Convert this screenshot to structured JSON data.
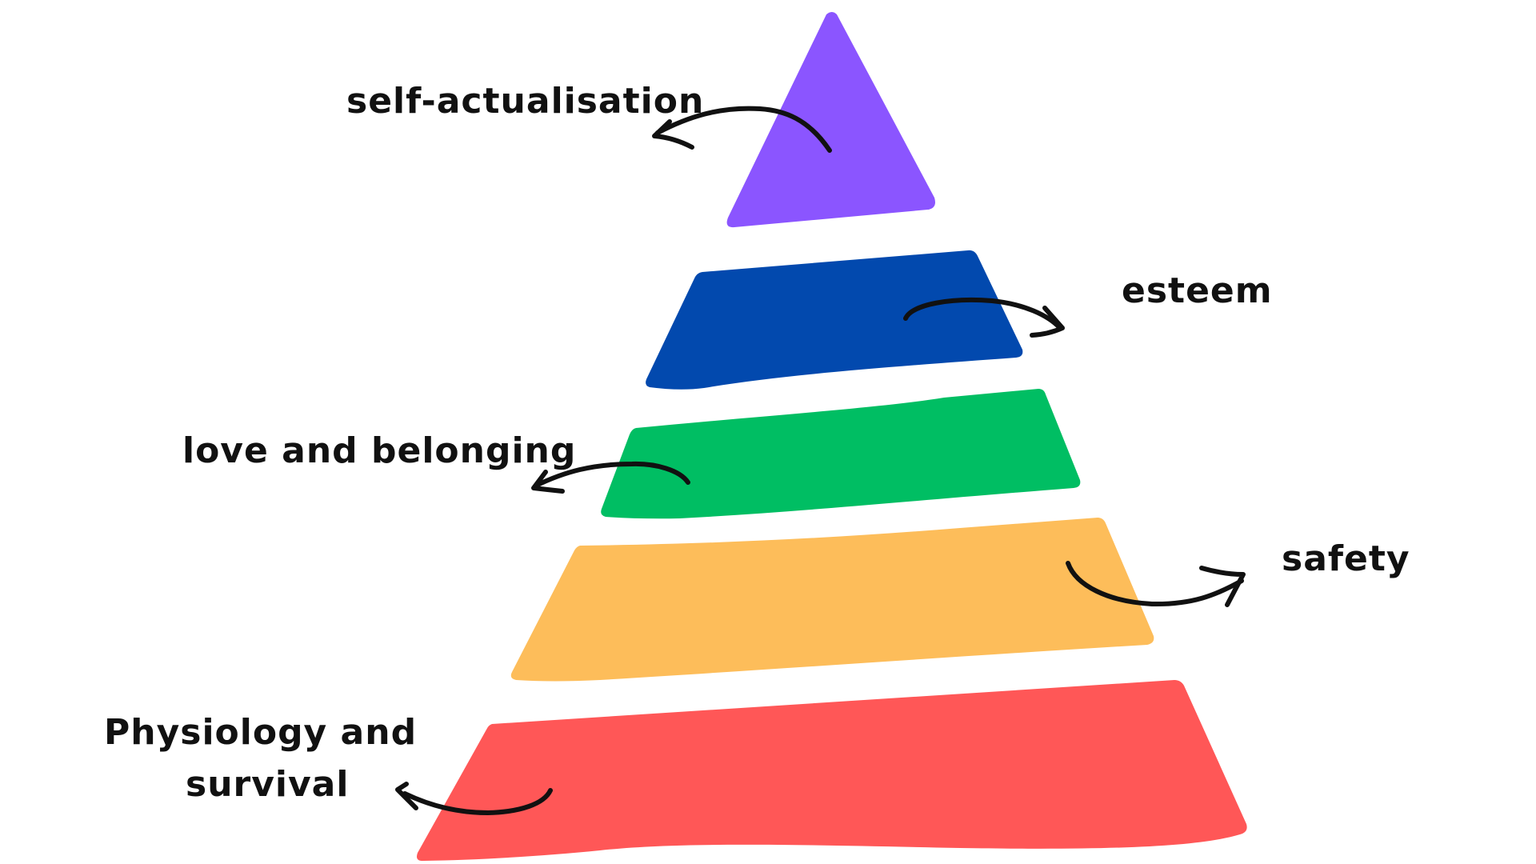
{
  "levels": [
    {
      "id": "self-actualisation",
      "label_lines": [
        "self-actualisation"
      ],
      "color": "#8B55FF"
    },
    {
      "id": "esteem",
      "label_lines": [
        "esteem"
      ],
      "color": "#0249AE"
    },
    {
      "id": "love-and-belonging",
      "label_lines": [
        "love and belonging"
      ],
      "color": "#00BE63"
    },
    {
      "id": "safety",
      "label_lines": [
        "safety"
      ],
      "color": "#FDBD5A"
    },
    {
      "id": "physiology-and-survival",
      "label_lines": [
        "Physiology and",
        "survival"
      ],
      "color": "#FF5757"
    }
  ]
}
